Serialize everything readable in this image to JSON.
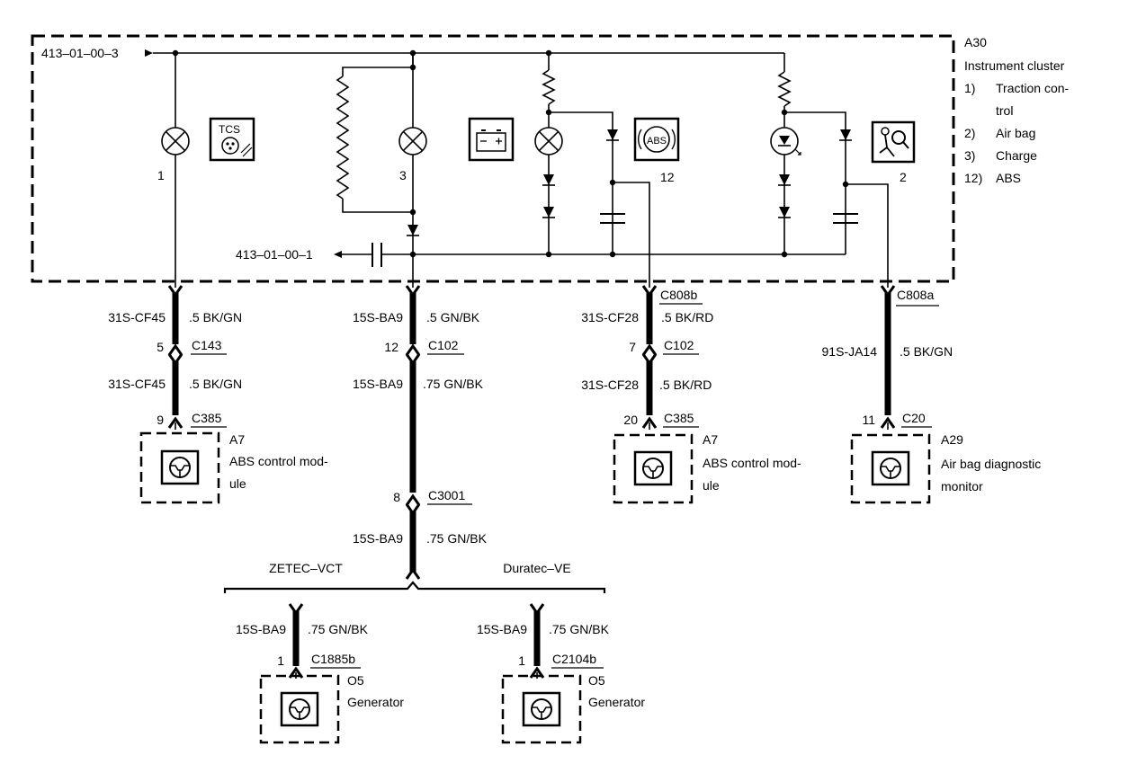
{
  "cluster": {
    "id": "A30",
    "title": "Instrument cluster",
    "legend": [
      {
        "num": "1)",
        "label": "Traction con-",
        "label2": "trol"
      },
      {
        "num": "2)",
        "label": "Air bag"
      },
      {
        "num": "3)",
        "label": "Charge"
      },
      {
        "num": "12)",
        "label": "ABS"
      }
    ],
    "ref_in": "413–01–00–3",
    "ref_out": "413–01–00–1",
    "lamp_numbers": [
      "1",
      "3",
      "12",
      "2"
    ],
    "icons": {
      "tcs": "TCS",
      "abs": "ABS"
    }
  },
  "wires": {
    "w1": {
      "top_code": "31S-CF45",
      "top_spec": ".5 BK/GN",
      "pin1": "5",
      "conn1": "C143",
      "bot_code": "31S-CF45",
      "bot_spec": ".5 BK/GN",
      "pin2": "9",
      "conn2": "C385"
    },
    "w2": {
      "top_code": "15S-BA9",
      "top_spec": ".5 GN/BK",
      "pin1": "12",
      "conn1": "C102",
      "mid_code": "15S-BA9",
      "mid_spec": ".75 GN/BK",
      "pin2": "8",
      "conn2": "C3001",
      "bot_code": "15S-BA9",
      "bot_spec": ".75 GN/BK"
    },
    "w3": {
      "conn0": "C808b",
      "top_code": "31S-CF28",
      "top_spec": ".5 BK/RD",
      "pin1": "7",
      "conn1": "C102",
      "bot_code": "31S-CF28",
      "bot_spec": ".5 BK/RD",
      "pin2": "20",
      "conn2": "C385"
    },
    "w4": {
      "conn0": "C808a",
      "code": "91S-JA14",
      "spec": ".5 BK/GN",
      "pin": "11",
      "conn": "C20"
    }
  },
  "branches": {
    "left_label": "ZETEC–VCT",
    "right_label": "Duratec–VE",
    "left": {
      "code": "15S-BA9",
      "spec": ".75 GN/BK",
      "pin": "1",
      "conn": "C1885b"
    },
    "right": {
      "code": "15S-BA9",
      "spec": ".75 GN/BK",
      "pin": "1",
      "conn": "C2104b"
    }
  },
  "modules": {
    "abs1": {
      "id": "A7",
      "line1": "ABS control mod-",
      "line2": "ule"
    },
    "abs2": {
      "id": "A7",
      "line1": "ABS control mod-",
      "line2": "ule"
    },
    "airbag": {
      "id": "A29",
      "line1": "Air bag diagnostic",
      "line2": "monitor"
    },
    "gen1": {
      "id": "O5",
      "line1": "Generator"
    },
    "gen2": {
      "id": "O5",
      "line1": "Generator"
    }
  }
}
